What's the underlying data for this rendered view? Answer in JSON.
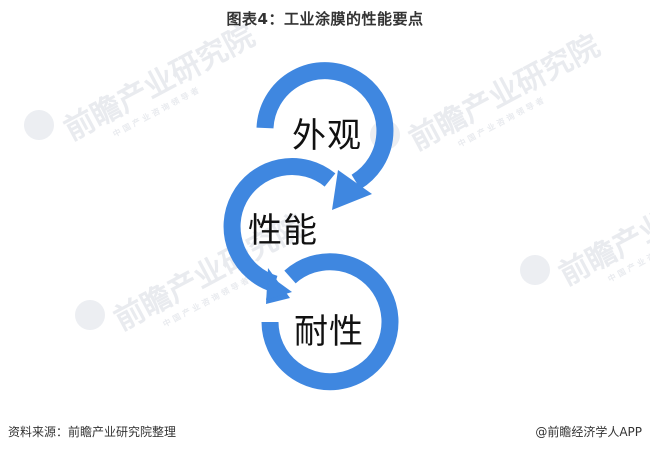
{
  "title": "图表4：工业涂膜的性能要点",
  "nodes": [
    {
      "id": "appearance",
      "label": "外观"
    },
    {
      "id": "performance",
      "label": "性能"
    },
    {
      "id": "durability",
      "label": "耐性"
    }
  ],
  "colors": {
    "ring": "#3f87e0",
    "text": "#111111",
    "watermark": "#e9ebef"
  },
  "watermark": {
    "main": "前瞻产业研究院",
    "sub": "中国产业咨询领导者"
  },
  "footer": {
    "source": "资料来源：前瞻产业研究院整理",
    "credit": "@前瞻经济学人APP"
  }
}
